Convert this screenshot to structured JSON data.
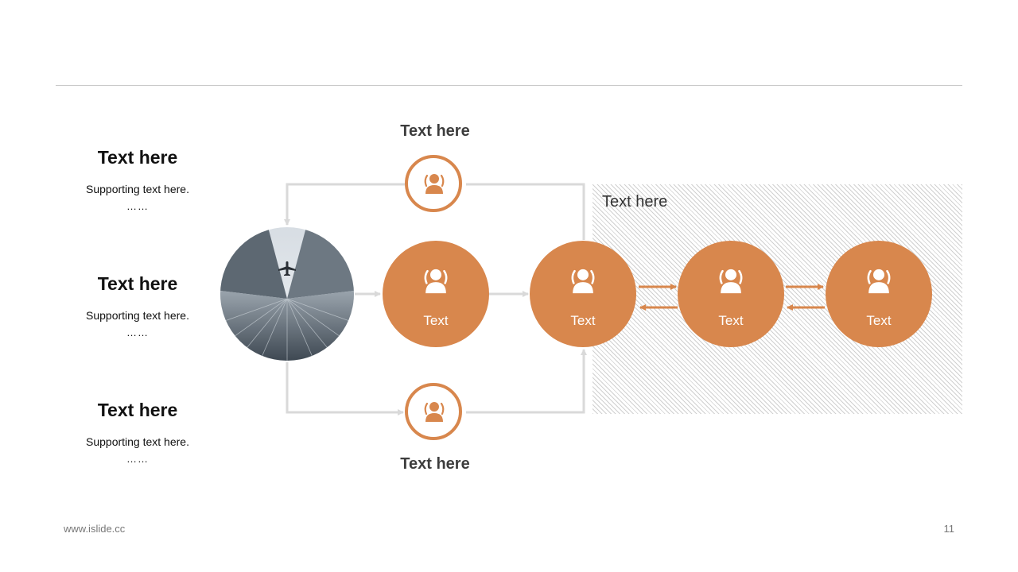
{
  "footer": {
    "url": "www.islide.cc",
    "page": "11"
  },
  "left": [
    {
      "title": "Text here",
      "sub": "Supporting text here.",
      "dots": "……"
    },
    {
      "title": "Text here",
      "sub": "Supporting text here.",
      "dots": "……"
    },
    {
      "title": "Text here",
      "sub": "Supporting text here.",
      "dots": "……"
    }
  ],
  "diagram": {
    "top_label": "Text here",
    "bottom_label": "Text here",
    "panel_label": "Text here",
    "nodes": [
      {
        "label": "Text",
        "icon": "users-icon"
      },
      {
        "label": "Text",
        "icon": "users-icon"
      },
      {
        "label": "Text",
        "icon": "users-icon"
      },
      {
        "label": "Text",
        "icon": "users-icon"
      }
    ],
    "photo_icon": "airplane-building-photo"
  },
  "colors": {
    "accent": "#d8874d",
    "connector": "#d9d9d9",
    "rule": "#c8c8c8",
    "text": "#111111"
  }
}
